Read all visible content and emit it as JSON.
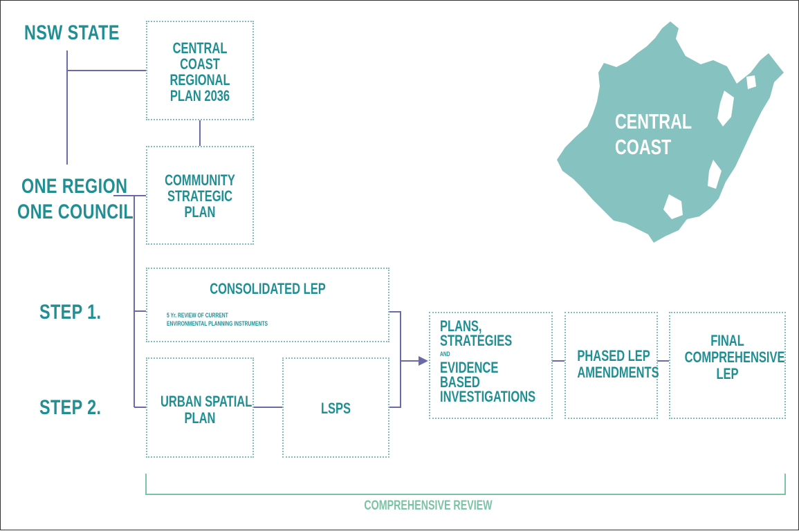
{
  "labels": {
    "nsw_state": "NSW STATE",
    "one_region": "ONE REGION",
    "one_council": "ONE COUNCIL",
    "step1": "STEP 1.",
    "step2": "STEP 2."
  },
  "boxes": {
    "regional_plan": [
      "CENTRAL",
      "COAST",
      "REGIONAL",
      "PLAN 2036"
    ],
    "community_plan": [
      "COMMUNITY",
      "STRATEGIC",
      "PLAN"
    ],
    "consolidated_lep": {
      "title": "CONSOLIDATED LEP",
      "subtitle_1": "5 Yr. REVIEW OF CURRENT",
      "subtitle_2": "ENVIRONMENTAL PLANNING INSTRUMENTS"
    },
    "urban_spatial": [
      "URBAN SPATIAL",
      "PLAN"
    ],
    "lsps": "LSPS",
    "plans_strategies": {
      "line1": "PLANS,",
      "line2": "STRATEGIES",
      "and": "AND",
      "line3": "EVIDENCE",
      "line4": "BASED",
      "line5": "INVESTIGATIONS"
    },
    "phased_lep": [
      "PHASED LEP",
      "AMENDMENTS"
    ],
    "final_lep": [
      "FINAL",
      "COMPREHENSIVE",
      "LEP"
    ]
  },
  "map": {
    "line1": "CENTRAL",
    "line2": "COAST",
    "fill_color": "#86c2bf"
  },
  "bracket_label": "COMPREHENSIVE REVIEW",
  "colors": {
    "heading": "#1f8f94",
    "connector": "#6b6aa8",
    "box_border": "#7fbcbb",
    "bracket": "#7cc3a6"
  }
}
